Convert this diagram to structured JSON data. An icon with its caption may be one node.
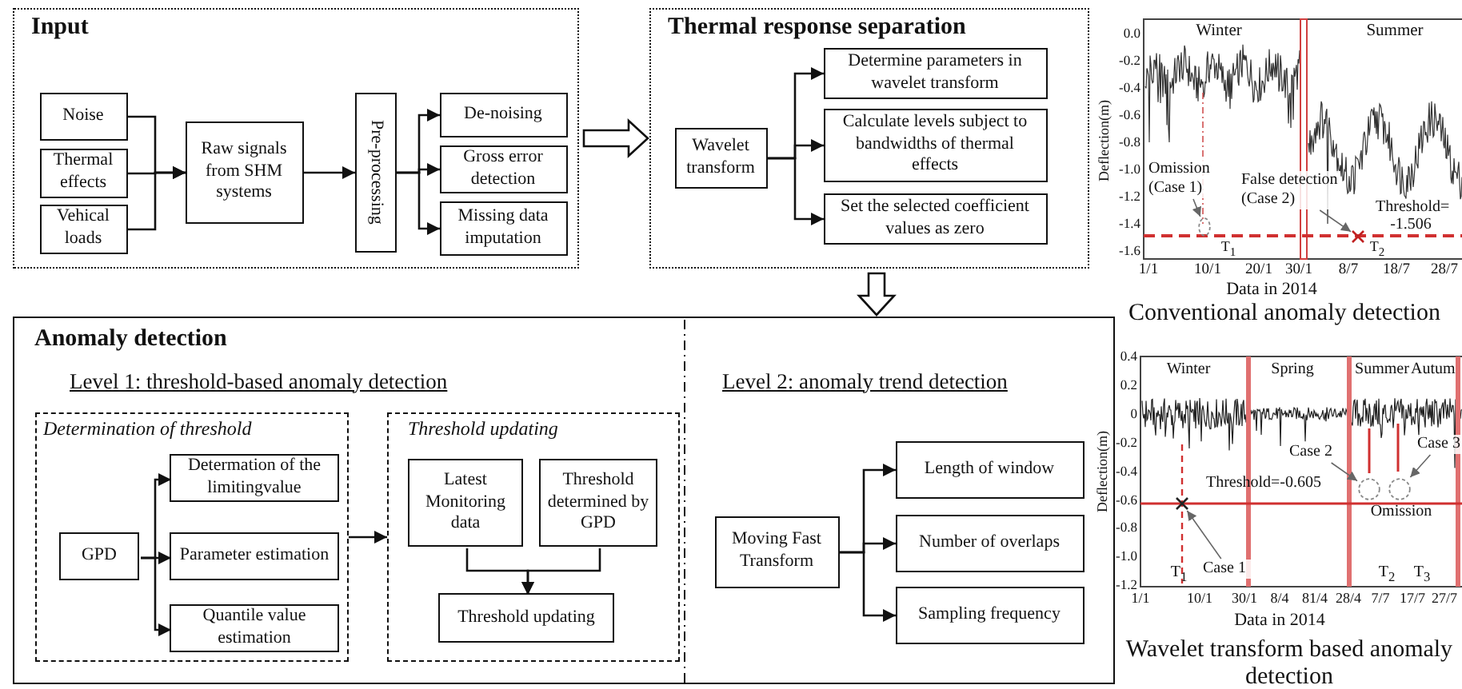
{
  "diagram": {
    "nodes": [
      {
        "text": [
          "Input"
        ]
      },
      {
        "text": [
          "Noise"
        ],
        "in": 0
      },
      {
        "text": [
          "Thermal effects"
        ],
        "in": 0
      },
      {
        "text": [
          "Vehical loads"
        ],
        "in": 0
      },
      {
        "text": [
          "Raw signals from SHM systems"
        ],
        "in": 0
      },
      {
        "text": [
          "Pre-processing"
        ],
        "in": 0
      },
      {
        "text": [
          "De-noising"
        ],
        "in": 0
      },
      {
        "text": [
          "Gross error detection"
        ],
        "in": 0
      },
      {
        "text": [
          "Missing data imputation"
        ],
        "in": 0
      },
      {
        "text": [
          "Thermal response separation"
        ]
      },
      {
        "text": [
          "Wavelet transform"
        ],
        "in": 9
      },
      {
        "text": [
          "Determine parameters in wavelet transform"
        ],
        "in": 9
      },
      {
        "text": [
          "Calculate levels subject to bandwidths of thermal effects"
        ],
        "in": 9
      },
      {
        "text": [
          "Set the selected coefficient values as zero"
        ],
        "in": 9
      },
      {
        "text": [
          "Anomaly detection",
          "Level 1: threshold-based anomaly detection",
          "Level 2: anomaly trend detection"
        ]
      },
      {
        "text": [
          "Determination of threshold"
        ],
        "in": 14
      },
      {
        "text": [
          "GPD"
        ],
        "in": 15
      },
      {
        "text": [
          "Determation of the limitingvalue"
        ],
        "in": 15
      },
      {
        "text": [
          "Parameter estimation"
        ],
        "in": 15
      },
      {
        "text": [
          "Quantile value estimation"
        ],
        "in": 15
      },
      {
        "text": [
          "Threshold updating"
        ],
        "in": 14
      },
      {
        "text": [
          "Latest Monitoring data"
        ],
        "in": 20
      },
      {
        "text": [
          "Threshold determined by GPD"
        ],
        "in": 20
      },
      {
        "text": [
          "Threshold updating"
        ],
        "in": 20
      },
      {
        "text": [
          "Moving Fast Transform"
        ],
        "in": 14
      },
      {
        "text": [
          "Length of window"
        ],
        "in": 14
      },
      {
        "text": [
          "Number of overlaps"
        ],
        "in": 14
      },
      {
        "text": [
          "Sampling frequency"
        ],
        "in": 14
      },
      {
        "text": [
          "Omission (Case 1)"
        ]
      },
      {
        "text": [
          "False detection (Case 2)"
        ]
      },
      {
        "text": [
          "Case 2"
        ]
      },
      {
        "text": [
          "Case 3"
        ]
      },
      {
        "text": [
          "Case 1"
        ]
      },
      {
        "text": [],
        "shape": "circle"
      },
      {
        "text": [],
        "shape": "cross"
      },
      {
        "text": [],
        "shape": "circle"
      },
      {
        "text": [],
        "shape": "circle"
      },
      {
        "text": [],
        "shape": "cross"
      }
    ],
    "edges": [
      {
        "from": 1,
        "to": 4,
        "arrow": "to"
      },
      {
        "from": 2,
        "to": 4,
        "arrow": "to"
      },
      {
        "from": 3,
        "to": 4,
        "arrow": "to"
      },
      {
        "from": 4,
        "to": 5,
        "arrow": "to"
      },
      {
        "from": 5,
        "to": 6,
        "arrow": "to"
      },
      {
        "from": 5,
        "to": 7,
        "arrow": "to"
      },
      {
        "from": 5,
        "to": 8,
        "arrow": "to"
      },
      {
        "from": 0,
        "to": 9,
        "arrow": "to",
        "style": "thick"
      },
      {
        "from": 10,
        "to": 11,
        "arrow": "to"
      },
      {
        "from": 10,
        "to": 12,
        "arrow": "to"
      },
      {
        "from": 10,
        "to": 13,
        "arrow": "to"
      },
      {
        "from": 9,
        "to": 14,
        "arrow": "to",
        "style": "thick"
      },
      {
        "from": 16,
        "to": 17,
        "arrow": "to"
      },
      {
        "from": 16,
        "to": 18,
        "arrow": "to"
      },
      {
        "from": 16,
        "to": 19,
        "arrow": "to"
      },
      {
        "from": 15,
        "to": 20,
        "arrow": "to"
      },
      {
        "from": 21,
        "to": 23,
        "arrow": "to"
      },
      {
        "from": 22,
        "to": 23,
        "arrow": "to"
      },
      {
        "from": 24,
        "to": 25,
        "arrow": "to"
      },
      {
        "from": 24,
        "to": 26,
        "arrow": "to"
      },
      {
        "from": 24,
        "to": 27,
        "arrow": "to"
      },
      {
        "from": 28,
        "to": 33,
        "arrow": "to",
        "color": "#666666"
      },
      {
        "from": 29,
        "to": 34,
        "arrow": "to",
        "color": "#666666"
      },
      {
        "from": 30,
        "to": 35,
        "arrow": "to",
        "color": "#666666"
      },
      {
        "from": 31,
        "to": 36,
        "arrow": "to",
        "color": "#666666"
      },
      {
        "from": 32,
        "to": 37,
        "arrow": "to",
        "color": "#666666"
      }
    ],
    "labels": [
      "0.0",
      "-0.2",
      "-0.4",
      "-0.6",
      "-0.8",
      "-1.0",
      "-1.2",
      "-1.4",
      "-1.6",
      "Deflection(m)",
      "Winter",
      "Summer",
      "Threshold= -1.506",
      "T$_{1}$",
      "T$_{2}$",
      "1/1",
      "10/1",
      "20/1",
      "30/1",
      "8/7",
      "18/7",
      "28/7",
      "Data in 2014",
      "Conventional anomaly detection",
      "0.4",
      "0.2",
      "0",
      "-0.2",
      "-0.4",
      "-0.6",
      "-0.8",
      "-1.0",
      "-1.2",
      "Deflection(m)",
      "Winter",
      "Spring",
      "Summer",
      "Autum",
      "Threshold=-0.605",
      "Omission",
      "T$_{1}$",
      "T$_{2}$",
      "T$_{3}$",
      "1/1",
      "10/1",
      "30/1",
      "8/4",
      "81/4",
      "28/4",
      "7/7",
      "17/7",
      "27/7",
      "Data in 2014",
      "Wavelet transform based anomaly detection"
    ]
  }
}
